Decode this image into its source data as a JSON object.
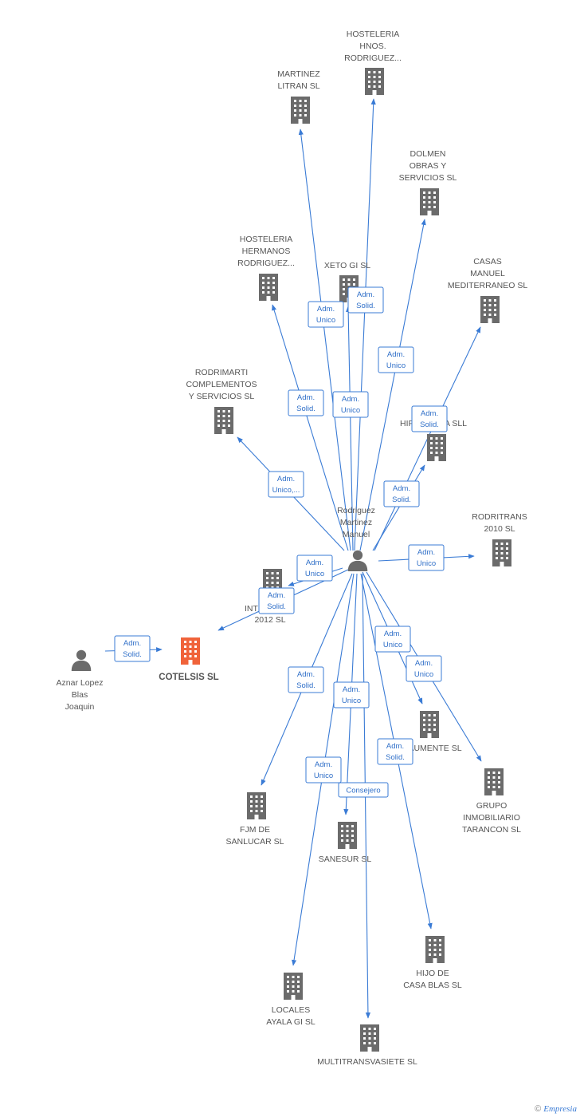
{
  "colors": {
    "edge": "#3a7bd5",
    "building": "#6b6b6b",
    "focus_building": "#f0633a",
    "person": "#6b6b6b"
  },
  "nodes": [
    {
      "id": "hosteleria-hnos",
      "kind": "company",
      "label": [
        "HOSTELERIA",
        "HNOS.",
        "RODRIGUEZ..."
      ]
    },
    {
      "id": "martinez-litran",
      "kind": "company",
      "label": [
        "MARTINEZ",
        "LITRAN SL"
      ]
    },
    {
      "id": "dolmen",
      "kind": "company",
      "label": [
        "DOLMEN",
        "OBRAS Y",
        "SERVICIOS SL"
      ]
    },
    {
      "id": "hosteleria-hermanos",
      "kind": "company",
      "label": [
        "HOSTELERIA",
        "HERMANOS",
        "RODRIGUEZ..."
      ]
    },
    {
      "id": "xeto",
      "kind": "company",
      "label": [
        "XETO GI SL"
      ]
    },
    {
      "id": "casas-manuel",
      "kind": "company",
      "label": [
        "CASAS",
        "MANUEL",
        "MEDITERRANEO SL"
      ]
    },
    {
      "id": "rodrimarti",
      "kind": "company",
      "label": [
        "RODRIMARTI",
        "COMPLEMENTOS",
        "Y SERVICIOS SL"
      ]
    },
    {
      "id": "hip-sll",
      "kind": "company",
      "label": [
        "HIP",
        "A SLL"
      ]
    },
    {
      "id": "rodriguez",
      "kind": "person",
      "label": [
        "Rodriguez",
        "Martinez",
        "Manuel"
      ]
    },
    {
      "id": "rodritrans",
      "kind": "company",
      "label": [
        "RODRITRANS",
        "2010 SL"
      ]
    },
    {
      "id": "inter-2012",
      "kind": "company",
      "label": [
        "INTE",
        "2012 SL"
      ]
    },
    {
      "id": "aznar",
      "kind": "person",
      "label": [
        "Aznar Lopez",
        "Blas",
        "Joaquin"
      ]
    },
    {
      "id": "cotelsis",
      "kind": "focus",
      "label": [
        "COTELSIS SL"
      ]
    },
    {
      "id": "aumente",
      "kind": "company",
      "label": [
        "AUMENTE SL"
      ]
    },
    {
      "id": "grupo-inmobiliario",
      "kind": "company",
      "label": [
        "GRUPO",
        "INMOBILIARIO",
        "TARANCON SL"
      ]
    },
    {
      "id": "fjm",
      "kind": "company",
      "label": [
        "FJM DE",
        "SANLUCAR SL"
      ]
    },
    {
      "id": "sanesur",
      "kind": "company",
      "label": [
        "SANESUR SL"
      ]
    },
    {
      "id": "hijo-casa-blas",
      "kind": "company",
      "label": [
        "HIJO DE",
        "CASA BLAS SL"
      ]
    },
    {
      "id": "locales-ayala",
      "kind": "company",
      "label": [
        "LOCALES",
        "AYALA GI SL"
      ]
    },
    {
      "id": "multitransvasiete",
      "kind": "company",
      "label": [
        "MULTITRANSVASIETE SL"
      ]
    }
  ],
  "edges": [
    {
      "from": "rodriguez",
      "to": "martinez-litran",
      "label": [
        "Adm.",
        "Unico"
      ]
    },
    {
      "from": "rodriguez",
      "to": "hosteleria-hnos",
      "label": [
        "Adm.",
        "Solid."
      ]
    },
    {
      "from": "rodriguez",
      "to": "dolmen",
      "label": [
        "Adm.",
        "Unico"
      ]
    },
    {
      "from": "rodriguez",
      "to": "hosteleria-hermanos",
      "label": [
        "Adm.",
        "Solid."
      ]
    },
    {
      "from": "rodriguez",
      "to": "xeto",
      "label": [
        "Adm.",
        "Unico"
      ]
    },
    {
      "from": "rodriguez",
      "to": "casas-manuel",
      "label": [
        "Adm.",
        "Solid."
      ]
    },
    {
      "from": "rodriguez",
      "to": "rodrimarti",
      "label": [
        "Adm.",
        "Unico,..."
      ]
    },
    {
      "from": "rodriguez",
      "to": "hip-sll",
      "label": [
        "Adm.",
        "Solid."
      ]
    },
    {
      "from": "rodriguez",
      "to": "rodritrans",
      "label": [
        "Adm.",
        "Unico"
      ]
    },
    {
      "from": "rodriguez",
      "to": "inter-2012",
      "label": [
        "Adm.",
        "Unico"
      ]
    },
    {
      "from": "rodriguez",
      "to": "cotelsis",
      "label": [
        "Adm.",
        "Solid."
      ]
    },
    {
      "from": "aznar",
      "to": "cotelsis",
      "label": [
        "Adm.",
        "Solid."
      ]
    },
    {
      "from": "rodriguez",
      "to": "aumente",
      "label": [
        "Adm.",
        "Unico"
      ]
    },
    {
      "from": "rodriguez",
      "to": "grupo-inmobiliario",
      "label": [
        "Adm.",
        "Unico"
      ]
    },
    {
      "from": "rodriguez",
      "to": "fjm",
      "label": [
        "Adm.",
        "Solid."
      ]
    },
    {
      "from": "rodriguez",
      "to": "sanesur",
      "label": [
        "Adm.",
        "Unico"
      ]
    },
    {
      "from": "rodriguez",
      "to": "hijo-casa-blas",
      "label": [
        "Adm.",
        "Solid."
      ]
    },
    {
      "from": "rodriguez",
      "to": "locales-ayala",
      "label": [
        "Adm.",
        "Unico"
      ]
    },
    {
      "from": "rodriguez",
      "to": "multitransvasiete",
      "label": [
        "Consejero"
      ]
    }
  ],
  "footer": {
    "copyright": "©",
    "brand": "Empresia"
  }
}
